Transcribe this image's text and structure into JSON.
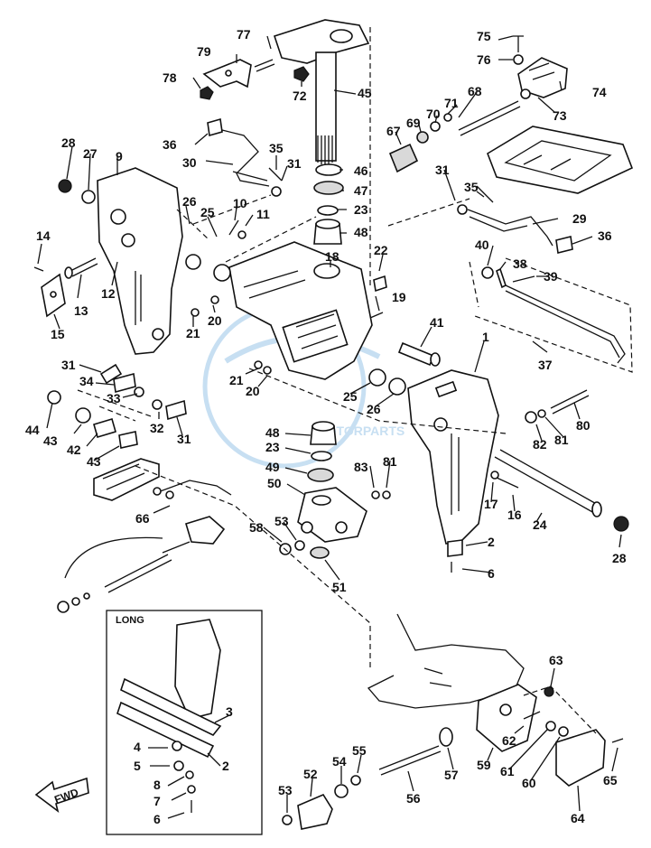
{
  "diagram": {
    "inset_title": "LONG",
    "fwd_label": "FWD",
    "watermark_text": "MOTORPARTS",
    "accent_color": "#3a8fd1",
    "line_color": "#111111",
    "labels": [
      {
        "text": "75"
      },
      {
        "text": "76"
      },
      {
        "text": "77"
      },
      {
        "text": "79"
      },
      {
        "text": "78"
      },
      {
        "text": "72"
      },
      {
        "text": "45"
      },
      {
        "text": "74"
      },
      {
        "text": "73"
      },
      {
        "text": "68"
      },
      {
        "text": "71"
      },
      {
        "text": "70"
      },
      {
        "text": "69"
      },
      {
        "text": "67"
      },
      {
        "text": "28"
      },
      {
        "text": "27"
      },
      {
        "text": "9"
      },
      {
        "text": "36"
      },
      {
        "text": "30"
      },
      {
        "text": "35"
      },
      {
        "text": "31"
      },
      {
        "text": "46"
      },
      {
        "text": "47"
      },
      {
        "text": "23"
      },
      {
        "text": "48"
      },
      {
        "text": "31"
      },
      {
        "text": "35"
      },
      {
        "text": "29"
      },
      {
        "text": "36"
      },
      {
        "text": "14"
      },
      {
        "text": "26"
      },
      {
        "text": "10"
      },
      {
        "text": "25"
      },
      {
        "text": "11"
      },
      {
        "text": "22"
      },
      {
        "text": "40"
      },
      {
        "text": "38"
      },
      {
        "text": "39"
      },
      {
        "text": "18"
      },
      {
        "text": "12"
      },
      {
        "text": "13"
      },
      {
        "text": "15"
      },
      {
        "text": "20"
      },
      {
        "text": "21"
      },
      {
        "text": "19"
      },
      {
        "text": "41"
      },
      {
        "text": "37"
      },
      {
        "text": "1"
      },
      {
        "text": "31"
      },
      {
        "text": "34"
      },
      {
        "text": "33"
      },
      {
        "text": "44"
      },
      {
        "text": "43"
      },
      {
        "text": "42"
      },
      {
        "text": "43"
      },
      {
        "text": "32"
      },
      {
        "text": "31"
      },
      {
        "text": "21"
      },
      {
        "text": "20"
      },
      {
        "text": "25"
      },
      {
        "text": "26"
      },
      {
        "text": "80"
      },
      {
        "text": "82"
      },
      {
        "text": "81"
      },
      {
        "text": "48"
      },
      {
        "text": "23"
      },
      {
        "text": "49"
      },
      {
        "text": "50"
      },
      {
        "text": "83"
      },
      {
        "text": "81"
      },
      {
        "text": "17"
      },
      {
        "text": "16"
      },
      {
        "text": "24"
      },
      {
        "text": "28"
      },
      {
        "text": "66"
      },
      {
        "text": "58"
      },
      {
        "text": "53"
      },
      {
        "text": "51"
      },
      {
        "text": "2"
      },
      {
        "text": "6"
      },
      {
        "text": "63"
      },
      {
        "text": "3"
      },
      {
        "text": "4"
      },
      {
        "text": "2"
      },
      {
        "text": "5"
      },
      {
        "text": "8"
      },
      {
        "text": "7"
      },
      {
        "text": "6"
      },
      {
        "text": "62"
      },
      {
        "text": "61"
      },
      {
        "text": "60"
      },
      {
        "text": "59"
      },
      {
        "text": "57"
      },
      {
        "text": "55"
      },
      {
        "text": "54"
      },
      {
        "text": "52"
      },
      {
        "text": "56"
      },
      {
        "text": "53"
      },
      {
        "text": "65"
      },
      {
        "text": "64"
      }
    ]
  }
}
